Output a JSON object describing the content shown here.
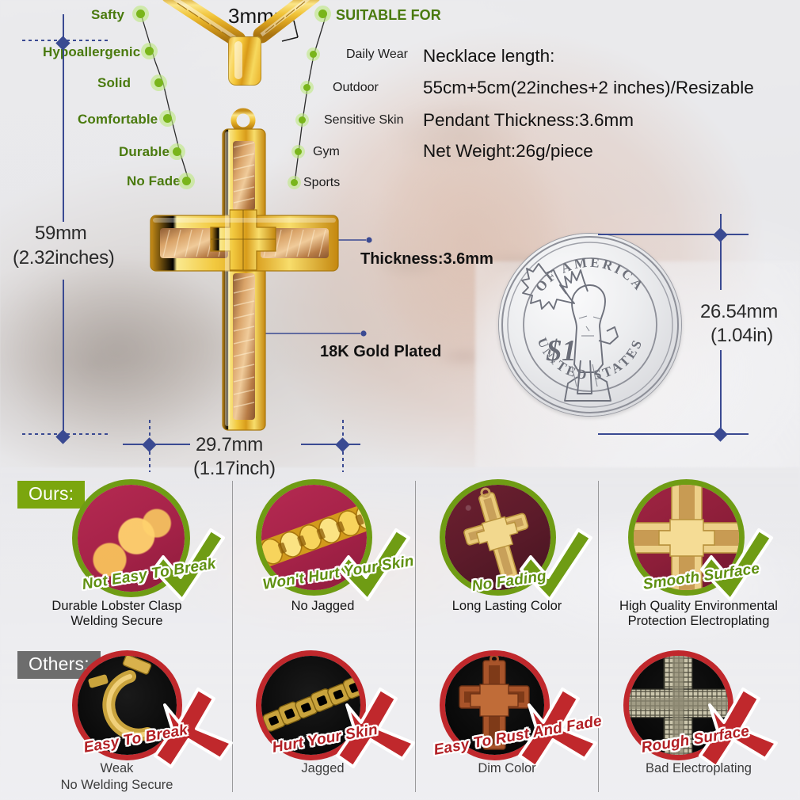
{
  "background": {
    "scene": "blurred-portrait-man-white-shirt"
  },
  "features_left": {
    "items": [
      {
        "label": "Safty"
      },
      {
        "label": "Hypoallergenic"
      },
      {
        "label": "Solid"
      },
      {
        "label": "Comfortable"
      },
      {
        "label": "Durable"
      },
      {
        "label": "No Fade"
      }
    ]
  },
  "suitable_for": {
    "heading": "SUITABLE FOR",
    "items": [
      {
        "label": "Daily Wear"
      },
      {
        "label": "Outdoor"
      },
      {
        "label": "Sensitive Skin"
      },
      {
        "label": "Gym"
      },
      {
        "label": "Sports"
      }
    ]
  },
  "specs": {
    "lines": [
      "Necklace length:",
      "55cm+5cm(22inches+2 inches)/Resizable",
      "Pendant Thickness:3.6mm",
      "Net Weight:26g/piece"
    ]
  },
  "callouts": {
    "chain_width": "3mm",
    "thickness": "Thickness:3.6mm",
    "plating": "18K Gold Plated"
  },
  "dimensions": {
    "height_mm": "59mm",
    "height_in": "(2.32inches)",
    "width_mm": "29.7mm",
    "width_in": "(1.17inch)",
    "coin_mm": "26.54mm",
    "coin_in": "(1.04in)"
  },
  "coin": {
    "top_text": "UNITED STATES",
    "arc_text": "OF AMERICA",
    "denomination": "$1"
  },
  "comparison": {
    "ours_badge": "Ours:",
    "others_badge": "Others:",
    "ours": [
      {
        "tag": "Not Easy To Break",
        "caption_line1": "Durable Lobster Clasp",
        "caption_line2": "Welding Secure"
      },
      {
        "tag": "Won't Hurt Your Skin",
        "caption_line1": "No Jagged",
        "caption_line2": ""
      },
      {
        "tag": "No Fading",
        "caption_line1": "Long Lasting Color",
        "caption_line2": ""
      },
      {
        "tag": "Smooth Surface",
        "caption_line1": "High Quality Environmental",
        "caption_line2": "Protection Electroplating"
      }
    ],
    "others": [
      {
        "tag": "Easy To Break",
        "caption_line1": "Weak",
        "caption_line2": "No Welding Secure"
      },
      {
        "tag": "Hurt Your Skin",
        "caption_line1": "Jagged",
        "caption_line2": ""
      },
      {
        "tag": "Easy To Rust And Fade",
        "caption_line1": "Dim Color",
        "caption_line2": ""
      },
      {
        "tag": "Rough Surface",
        "caption_line1": "Bad Electroplating",
        "caption_line2": ""
      }
    ]
  },
  "colors": {
    "green_text": "#4a7a0e",
    "green_dot": "#79b51b",
    "ours_badge_bg": "#7ba60e",
    "others_badge_bg": "#6d6d6d",
    "dimension_blue": "#3a4a92",
    "good_ring": "#6f9c14",
    "bad_ring": "#c0282c",
    "gold": "#f0c23a"
  }
}
